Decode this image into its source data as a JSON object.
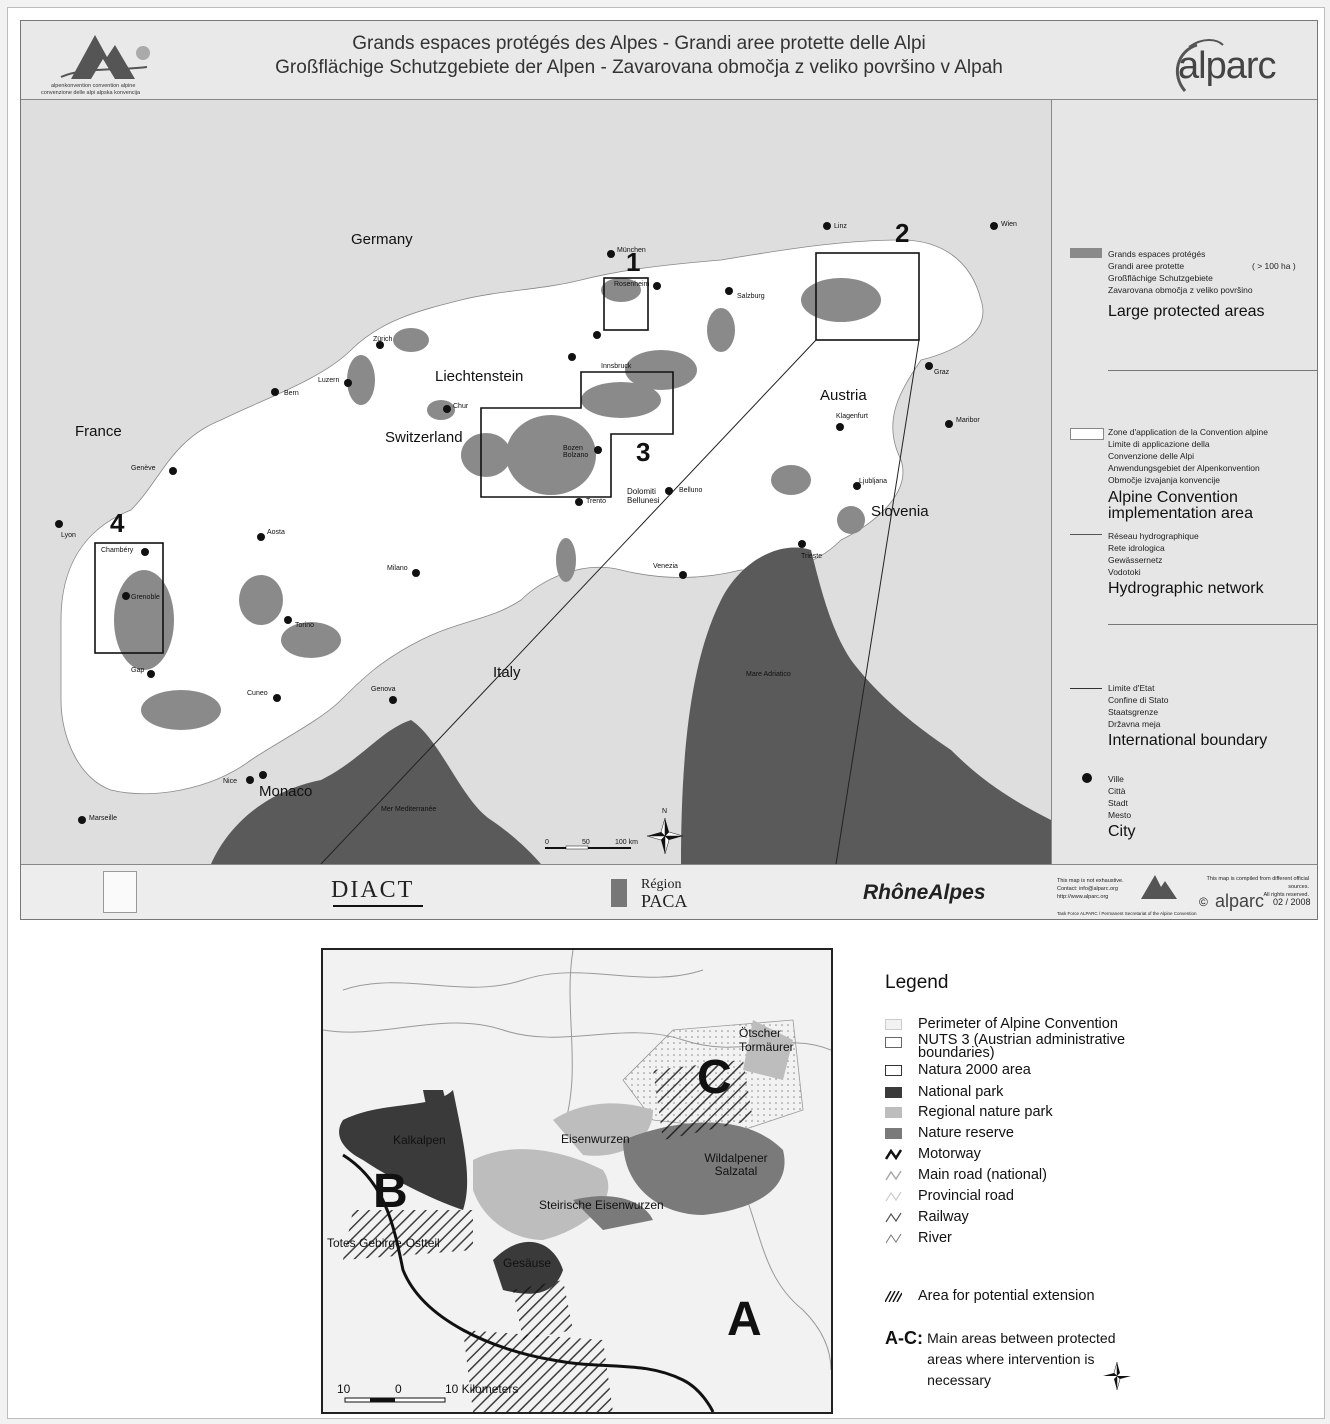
{
  "header": {
    "title_line1": "Grands espaces protégés des Alpes - Grandi aree protette delle Alpi",
    "title_line2": "Großflächige Schutzgebiete der Alpen  - Zavarovana območja z veliko površino v Alpah",
    "logo_left_lines": [
      "alpenkonvention  convention alpine",
      "convenzione delle alpi   alpska konvencija"
    ],
    "logo_right": "alparc"
  },
  "map": {
    "countries": [
      "Germany",
      "Austria",
      "Liechtenstein",
      "Switzerland",
      "France",
      "Italy",
      "Slovenia",
      "Monaco"
    ],
    "cities": [
      "München",
      "Rosenheim",
      "Salzburg",
      "Linz",
      "Wien",
      "Graz",
      "Maribor",
      "Klagenfurt",
      "Ljubljana",
      "Trieste",
      "Innsbruck",
      "Bozen Bolzano",
      "Belluno",
      "Trento",
      "Dolomiti Bellunesi",
      "Venezia",
      "Zürich",
      "Luzern",
      "Bern",
      "Chur",
      "Genève",
      "Lyon",
      "Chambéry",
      "Grenoble",
      "Aosta",
      "Milano",
      "Torino",
      "Gap",
      "Cuneo",
      "Genova",
      "Nice",
      "Marseille"
    ],
    "sea_labels": [
      "Mare Adriatico",
      "Mer Mediterranée"
    ],
    "box_numbers": [
      "1",
      "2",
      "3",
      "4"
    ],
    "scale": [
      "0",
      "50",
      "100 km"
    ],
    "north": "N"
  },
  "legend_top": {
    "large_protected": {
      "small": "Grands espaces protégés\nGrandi aree protette\nGroßflächige Schutzgebiete\nZavarovana območja z veliko površino",
      "size": "( > 100 ha )",
      "big": "Large protected areas"
    },
    "convention": {
      "small": "Zone d'application de la Convention alpine\nLimite di applicazione della\nConvenzione delle Alpi\nAnwendungsgebiet der Alpenkonvention\nObmočje izvajanja konvencije",
      "big": "Alpine Convention implementation area"
    },
    "hydro": {
      "small": "Réseau hydrographique\nRete idrologica\nGewässernetz\nVodotoki",
      "big": "Hydrographic network"
    },
    "boundary": {
      "small": "Limite d'Etat\nConfine di Stato\nStaatsgrenze\nDržavna meja",
      "big": "International boundary"
    },
    "city": {
      "small": "Ville\nCittà\nStadt\nMesto",
      "big": "City"
    }
  },
  "footer": {
    "diact": "DIACT",
    "region": "Région",
    "paca": "PACA",
    "rhone": "RhôneAlpes",
    "note_left": "This map is not exhaustive.\nContact: info@alparc.org\nhttp://www.alparc.org",
    "note_right": "This map is compiled from different official sources.\nAll rights reserved.",
    "copyright": "©",
    "date": "02 / 2008",
    "task_force": "Task Force ALPARC / Permanent Secretariat of the Alpine Convention"
  },
  "inset": {
    "areas": [
      "Kalkalpen",
      "Eisenwurzen",
      "Steirische Eisenwurzen",
      "Wildalpener Salzatal",
      "Ötscher Tormäurer",
      "Totes Gebirge-Ostteil",
      "Gesäuse"
    ],
    "letters": [
      "A",
      "B",
      "C"
    ],
    "scale": [
      "10",
      "0",
      "10  Kilometers"
    ]
  },
  "legend_inset": {
    "title": "Legend",
    "items": [
      "Perimeter of Alpine Convention",
      "NUTS 3 (Austrian administrative boundaries)",
      "Natura 2000 area",
      "National park",
      "Regional nature park",
      "Nature reserve",
      "Motorway",
      "Main road (national)",
      "Provincial road",
      "Railway",
      "River"
    ],
    "extension": "Area for potential extension",
    "ac_code": "A-C:",
    "ac_text": "Main areas between protected areas where intervention is necessary"
  }
}
